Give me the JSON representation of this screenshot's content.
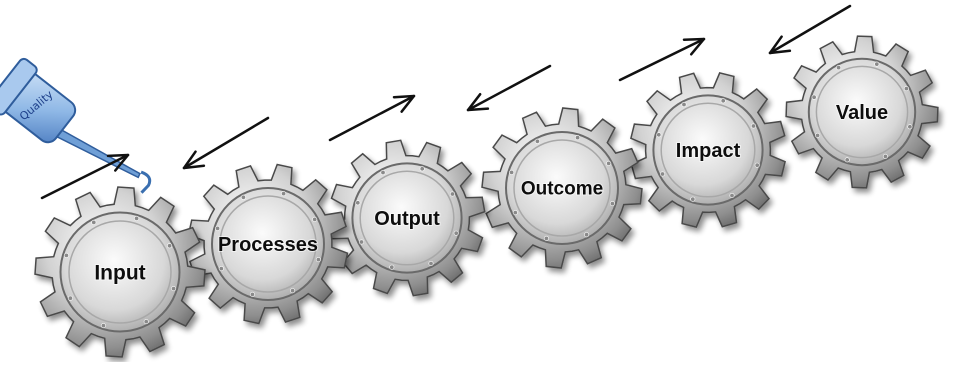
{
  "oil_can": {
    "label": "Quality"
  },
  "gears": [
    {
      "label": "Input"
    },
    {
      "label": "Processes"
    },
    {
      "label": "Output"
    },
    {
      "label": "Outcome"
    },
    {
      "label": "Impact"
    },
    {
      "label": "Value"
    }
  ],
  "arrows": [
    {
      "direction": "right"
    },
    {
      "direction": "left"
    },
    {
      "direction": "right"
    },
    {
      "direction": "left"
    },
    {
      "direction": "right"
    },
    {
      "direction": "left"
    }
  ],
  "colors": {
    "gear_light": "#f4f4f4",
    "gear_mid": "#b9b9b9",
    "gear_dark": "#5c5c5c",
    "can_body": "#8fb8e6",
    "arrow": "#111111"
  }
}
